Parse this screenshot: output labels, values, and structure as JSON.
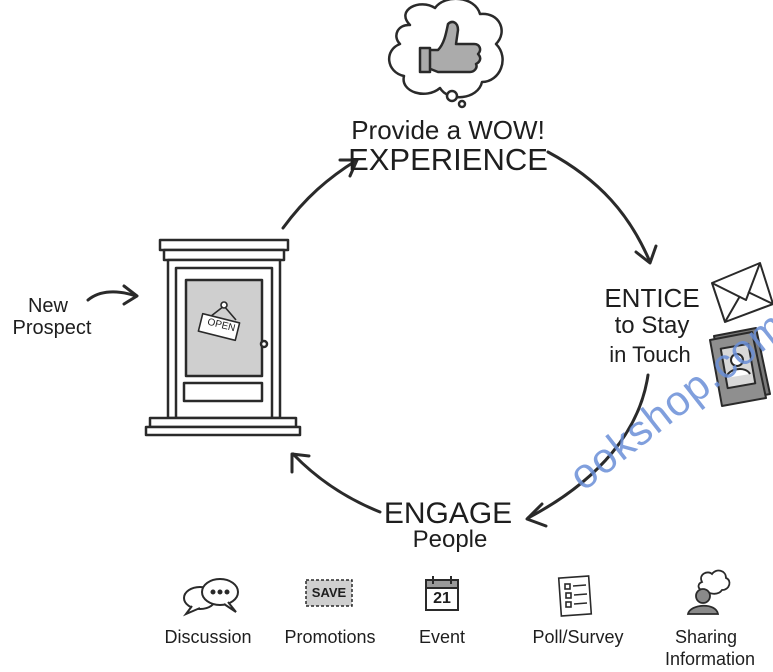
{
  "diagram": {
    "top_label": {
      "line1": "Provide a WOW!",
      "line2": "EXPERIENCE"
    },
    "right_label": {
      "line1": "ENTICE",
      "line2": "to Stay",
      "line3": "in Touch"
    },
    "bottom_label": {
      "line1": "ENGAGE",
      "line2": "People"
    },
    "left_label": {
      "line1": "New",
      "line2": "Prospect"
    },
    "door_sign": "OPEN",
    "activities": [
      {
        "label": "Discussion",
        "icon": "speech-bubble-icon"
      },
      {
        "label": "Promotions",
        "icon": "save-coupon-icon",
        "icon_text": "SAVE"
      },
      {
        "label": "Event",
        "icon": "calendar-icon",
        "icon_text": "21"
      },
      {
        "label": "Poll/Survey",
        "icon": "checklist-icon"
      },
      {
        "label": "Sharing",
        "label2": "Information",
        "icon": "person-thought-icon"
      }
    ],
    "icons": [
      "thumbs-up-thought-icon",
      "envelope-icon",
      "address-book-icon",
      "door-icon"
    ]
  },
  "watermark": "ookshop.com"
}
